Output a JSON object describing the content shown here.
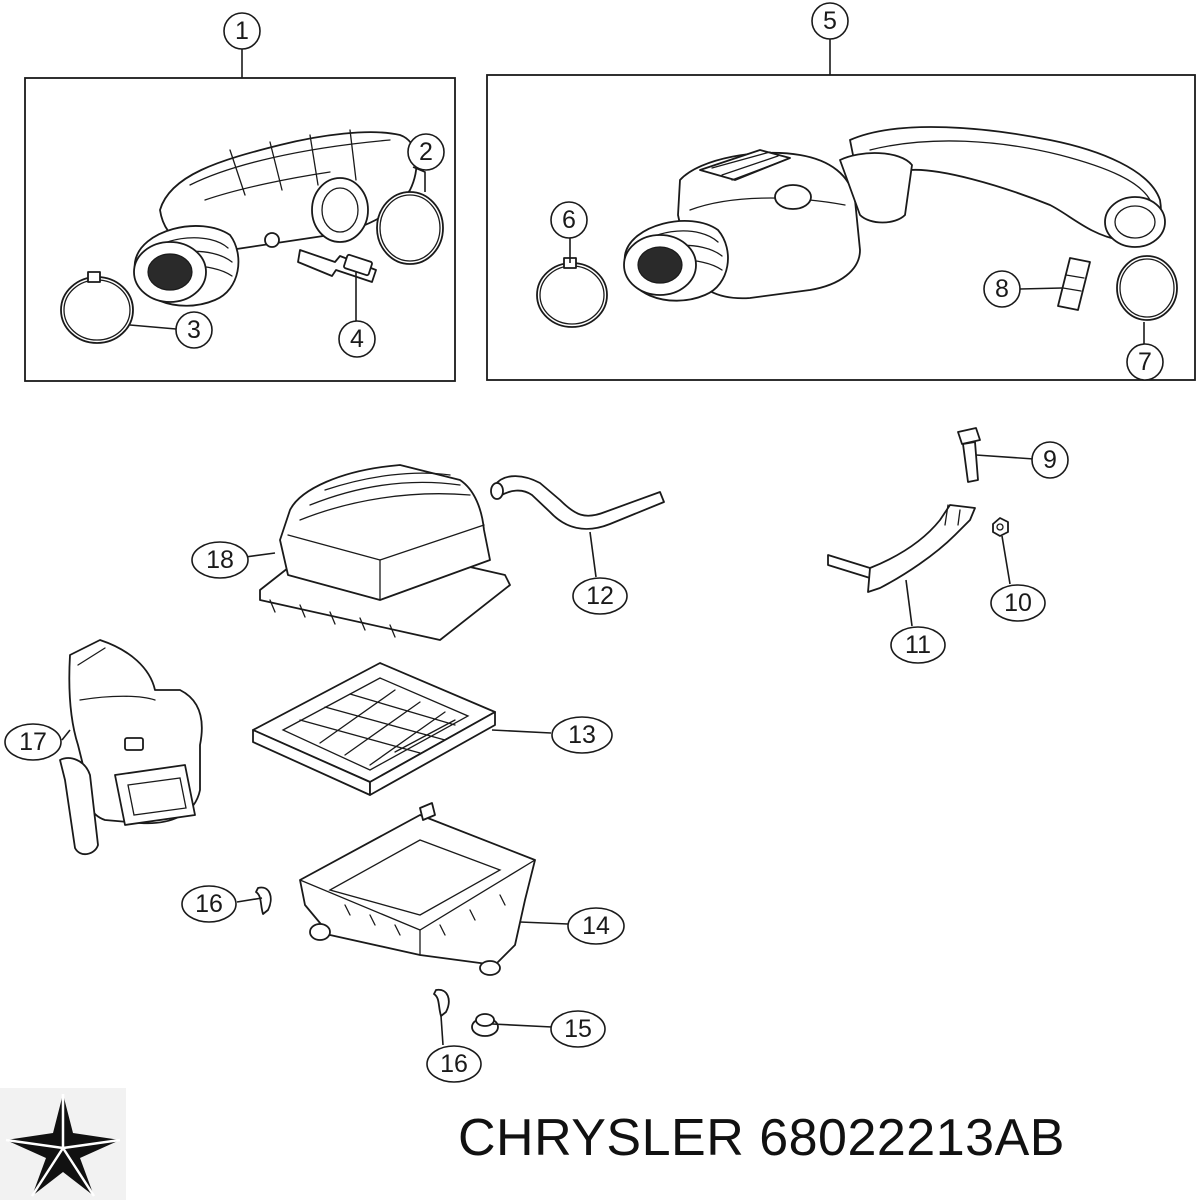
{
  "callouts": [
    "1",
    "2",
    "3",
    "4",
    "5",
    "6",
    "7",
    "8",
    "9",
    "10",
    "11",
    "12",
    "13",
    "14",
    "15",
    "16",
    "17",
    "18",
    "16"
  ],
  "caption": {
    "brand": "CHRYSLER",
    "part_number": "68022213AB"
  },
  "logo": {
    "icon": "pentastar-star-icon",
    "color": "#111111"
  }
}
